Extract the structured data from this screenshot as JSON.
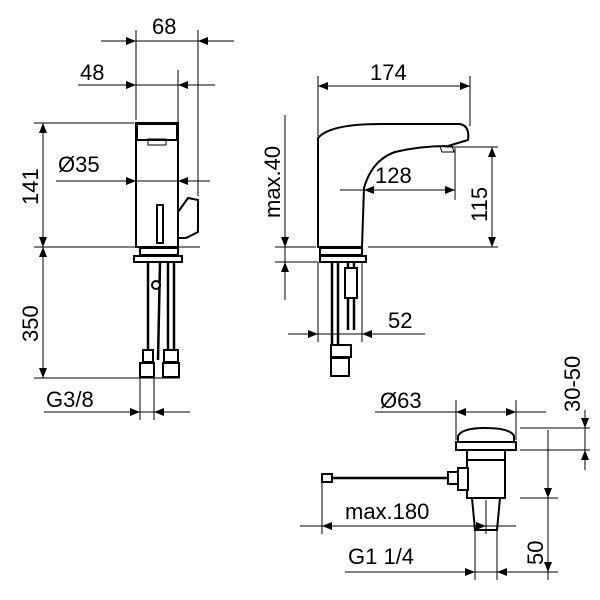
{
  "drawing": {
    "front_view": {
      "width_total": "68",
      "width_body": "48",
      "height_body": "141",
      "diameter_body": "Ø35",
      "hose_length": "350",
      "thread": "G3/8"
    },
    "side_view": {
      "reach": "174",
      "reach_inner": "128",
      "spout_height": "115",
      "deck_thickness": "max.40",
      "base_width": "52"
    },
    "waste_valve": {
      "diameter": "Ø63",
      "plug_lift": "30-50",
      "rod_length": "max.180",
      "thread": "G1 1/4",
      "height": "50"
    }
  }
}
